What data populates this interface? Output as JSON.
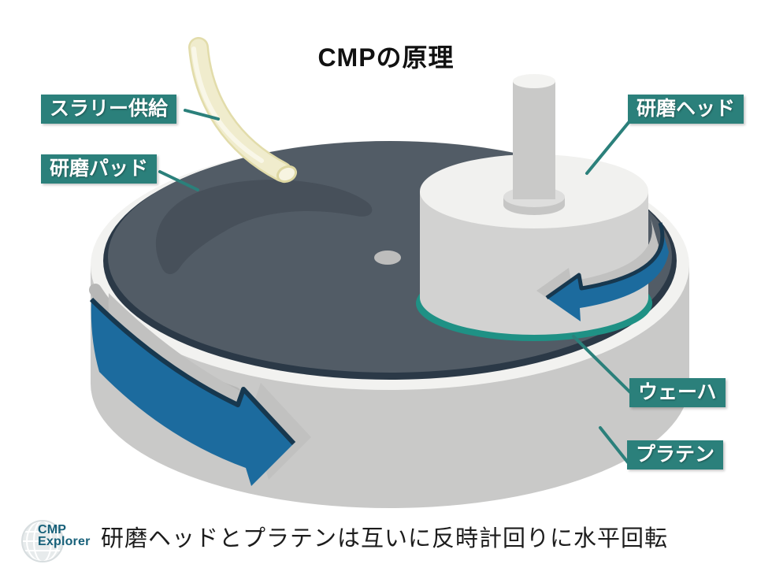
{
  "title": "CMPの原理",
  "labels": {
    "slurry_supply": "スラリー供給",
    "polishing_pad": "研磨パッド",
    "polishing_head": "研磨ヘッド",
    "wafer": "ウェーハ",
    "platen": "プラテン"
  },
  "caption": "研磨ヘッドとプラテンは互いに反時計回りに水平回転",
  "logo": {
    "line1": "CMP",
    "line2": "Explorer",
    "icon": "globe-icon"
  },
  "colors": {
    "label_bg": "#2b807b",
    "leader_line": "#2b807b",
    "wafer_ring": "#1f9185",
    "pad_surface": "#525c66",
    "pad_rim": "#2b3947",
    "pad_puddle": "#47505a",
    "platen_body": "#c9c9c8",
    "platen_rim": "#f2f2f0",
    "platen_shadow_band": "#b7b7b6",
    "head_body": "#d2d2d1",
    "head_top": "#f1f1ef",
    "shaft_body": "#c9c9c8",
    "rotation_arrow": "#1c6b9e",
    "arrow_edge": "#17384f",
    "arrow_shadow": "#c1c1c0",
    "slurry_tube": "#f0eccd",
    "slurry_tube_edge": "#e2dcaa",
    "title_text": "#111111",
    "logo_text": "#176079"
  }
}
